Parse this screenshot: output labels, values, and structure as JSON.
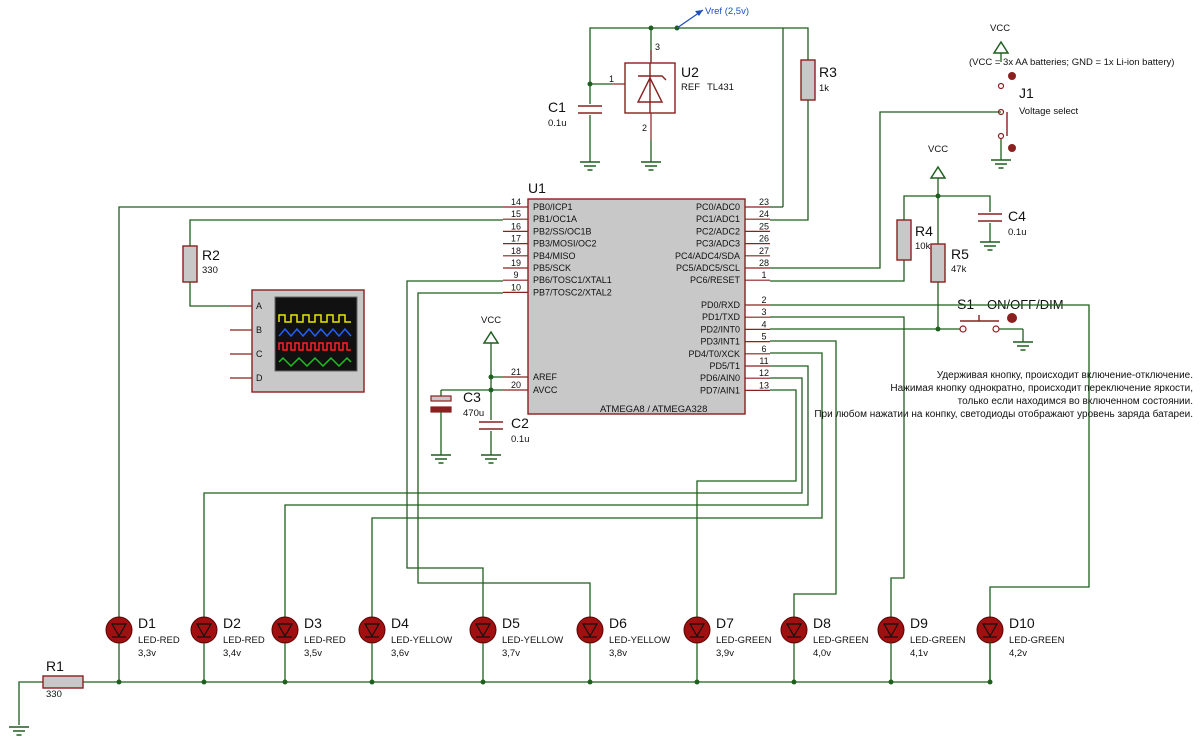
{
  "mcu": {
    "ref": "U1",
    "value": "ATMEGA8 / ATMEGA328",
    "left_pins": [
      {
        "num": "14",
        "name": "PB0/ICP1"
      },
      {
        "num": "15",
        "name": "PB1/OC1A"
      },
      {
        "num": "16",
        "name": "PB2/SS/OC1B"
      },
      {
        "num": "17",
        "name": "PB3/MOSI/OC2"
      },
      {
        "num": "18",
        "name": "PB4/MISO"
      },
      {
        "num": "19",
        "name": "PB5/SCK"
      },
      {
        "num": "9",
        "name": "PB6/TOSC1/XTAL1"
      },
      {
        "num": "10",
        "name": "PB7/TOSC2/XTAL2"
      },
      {
        "num": "21",
        "name": "AREF"
      },
      {
        "num": "20",
        "name": "AVCC"
      }
    ],
    "right_pins": [
      {
        "num": "23",
        "name": "PC0/ADC0"
      },
      {
        "num": "24",
        "name": "PC1/ADC1"
      },
      {
        "num": "25",
        "name": "PC2/ADC2"
      },
      {
        "num": "26",
        "name": "PC3/ADC3"
      },
      {
        "num": "27",
        "name": "PC4/ADC4/SDA"
      },
      {
        "num": "28",
        "name": "PC5/ADC5/SCL"
      },
      {
        "num": "1",
        "name": "PC6/RESET"
      },
      {
        "num": "2",
        "name": "PD0/RXD"
      },
      {
        "num": "3",
        "name": "PD1/TXD"
      },
      {
        "num": "4",
        "name": "PD2/INT0"
      },
      {
        "num": "5",
        "name": "PD3/INT1"
      },
      {
        "num": "6",
        "name": "PD4/T0/XCK"
      },
      {
        "num": "11",
        "name": "PD5/T1"
      },
      {
        "num": "12",
        "name": "PD6/AIN0"
      },
      {
        "num": "13",
        "name": "PD7/AIN1"
      }
    ]
  },
  "vref_label": "Vref (2,5v)",
  "u2": {
    "ref": "U2",
    "value1": "REF",
    "value2": "TL431",
    "pin1": "1",
    "pin2": "2",
    "pin3": "3"
  },
  "c1": {
    "ref": "C1",
    "value": "0.1u"
  },
  "r3": {
    "ref": "R3",
    "value": "1k"
  },
  "r2": {
    "ref": "R2",
    "value": "330"
  },
  "r4": {
    "ref": "R4",
    "value": "10k"
  },
  "r5": {
    "ref": "R5",
    "value": "47k"
  },
  "c4": {
    "ref": "C4",
    "value": "0.1u"
  },
  "c3": {
    "ref": "C3",
    "value": "470u"
  },
  "c2": {
    "ref": "C2",
    "value": "0.1u"
  },
  "r1": {
    "ref": "R1",
    "value": "330"
  },
  "j1": {
    "ref": "J1",
    "value": "Voltage select"
  },
  "s1": {
    "ref": "S1",
    "value": "ON/OFF/DIM"
  },
  "vcc_label": "VCC",
  "vcc_note": "(VCC = 3x AA batteries; GND = 1x Li-ion battery)",
  "scope": {
    "channels": [
      "A",
      "B",
      "C",
      "D"
    ]
  },
  "leds": [
    {
      "ref": "D1",
      "type": "LED-RED",
      "voltage": "3,3v"
    },
    {
      "ref": "D2",
      "type": "LED-RED",
      "voltage": "3,4v"
    },
    {
      "ref": "D3",
      "type": "LED-RED",
      "voltage": "3,5v"
    },
    {
      "ref": "D4",
      "type": "LED-YELLOW",
      "voltage": "3,6v"
    },
    {
      "ref": "D5",
      "type": "LED-YELLOW",
      "voltage": "3,7v"
    },
    {
      "ref": "D6",
      "type": "LED-YELLOW",
      "voltage": "3,8v"
    },
    {
      "ref": "D7",
      "type": "LED-GREEN",
      "voltage": "3,9v"
    },
    {
      "ref": "D8",
      "type": "LED-GREEN",
      "voltage": "4,0v"
    },
    {
      "ref": "D9",
      "type": "LED-GREEN",
      "voltage": "4,1v"
    },
    {
      "ref": "D10",
      "type": "LED-GREEN",
      "voltage": "4,2v"
    }
  ],
  "notes": [
    "Удерживая кнопку, происходит включение-отключение.",
    "Нажимая кнопку однократно, происходит переключение яркости,",
    "только если находимся во включенном состоянии.",
    "При любом нажатии на конпку, светодиоды отображают уровень заряда батареи."
  ],
  "colors": {
    "wire": "#1f5f1f",
    "component": "#8a2020",
    "led_fill": "#a01010",
    "ic_fill": "#c8c8c8",
    "vref_link": "#1f4fbf"
  }
}
